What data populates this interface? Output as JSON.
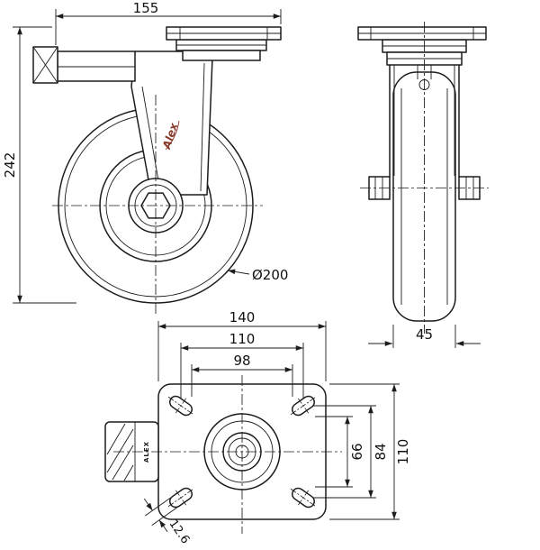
{
  "colors": {
    "line": "#1c1c1c",
    "background": "#ffffff",
    "logo": "#8a3a2a"
  },
  "front_view": {
    "dim_top_width": "155",
    "dim_overall_height": "242",
    "dim_wheel_diameter": "Ø200",
    "logo_text": "Alex"
  },
  "side_view": {
    "dim_wheel_width": "45"
  },
  "plan_view": {
    "dim_plate_width": "140",
    "dim_bolt_spacing_width": "110",
    "dim_inner_width": "98",
    "dim_plate_depth": "110",
    "dim_bolt_spacing_depth": "84",
    "dim_inner_depth": "66",
    "dim_slot_width": "12.6",
    "pedal_brand": "ALEX"
  }
}
